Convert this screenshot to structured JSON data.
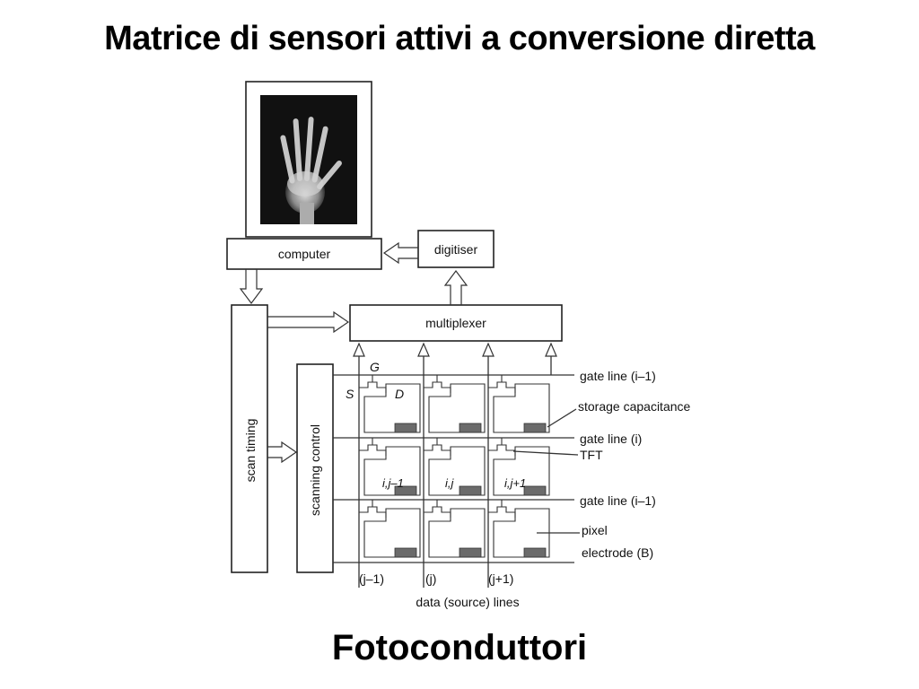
{
  "title": "Matrice di sensori attivi a conversione diretta",
  "subtitle": "Fotoconduttori",
  "diagram": {
    "blocks": {
      "computer": "computer",
      "digitiser": "digitiser",
      "multiplexer": "multiplexer",
      "scan_timing": "scan timing",
      "scanning_control": "scanning control"
    },
    "tft_labels": {
      "gate": "G",
      "source": "S",
      "drain": "D"
    },
    "gate_lines": [
      "gate line  (i–1)",
      "gate line  (i)",
      "gate line  (i–1)"
    ],
    "annotations": {
      "storage": "storage capacitance",
      "tft": "TFT",
      "pixel": "pixel",
      "electrode": "electrode (B)"
    },
    "pixel_labels": [
      "i,j–1",
      "i,j",
      "i,j+1"
    ],
    "column_labels": [
      "(j–1)",
      "(j)",
      "(j+1)"
    ],
    "data_lines_label": "data (source) lines"
  }
}
